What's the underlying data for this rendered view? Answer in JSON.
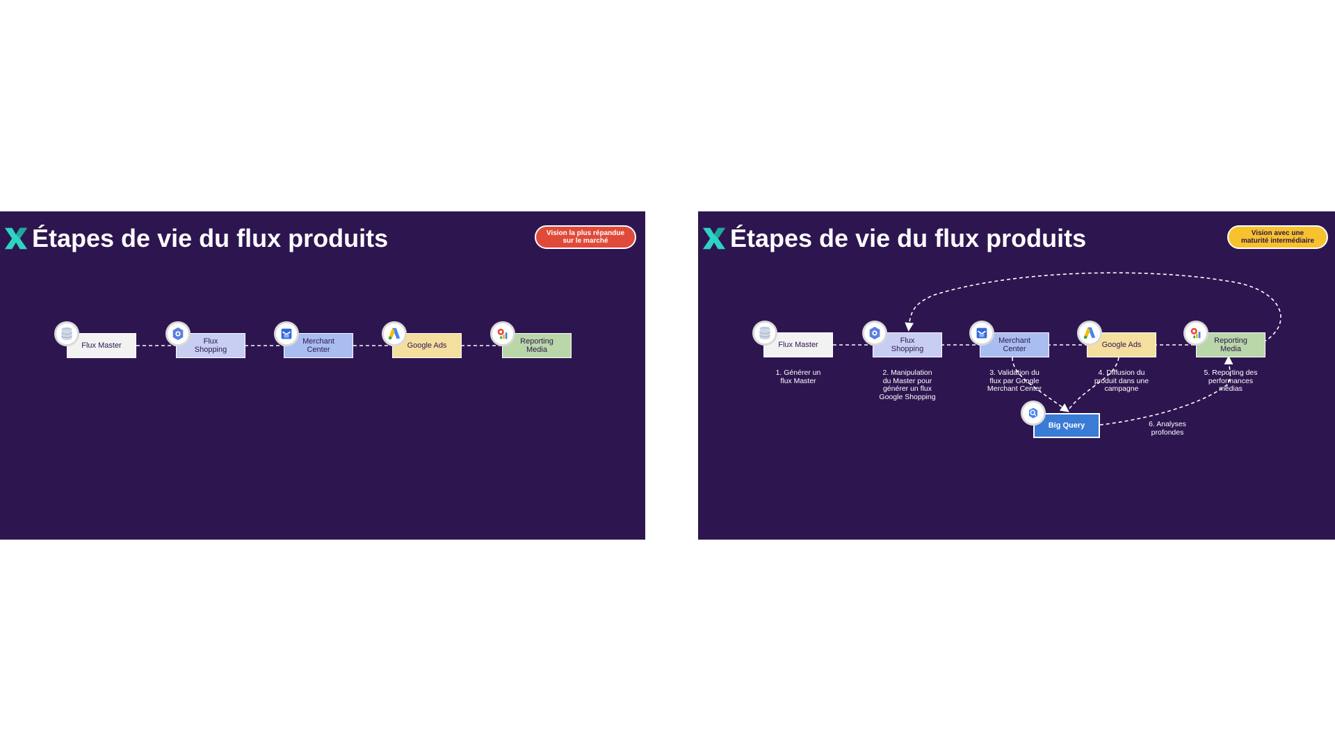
{
  "slides": [
    {
      "title": "Étapes de vie du flux produits",
      "badge": "Vision la plus répandue sur le marché",
      "badge_color": "#e04a3a",
      "nodes": [
        {
          "label": "Flux Master",
          "color": "#f2f2f2",
          "icon": "database-icon"
        },
        {
          "label": "Flux Shopping",
          "color": "#c7cef2",
          "icon": "google-shopping-icon"
        },
        {
          "label": "Merchant Center",
          "color": "#a9bdf0",
          "icon": "merchant-center-icon"
        },
        {
          "label": "Google Ads",
          "color": "#f5df9e",
          "icon": "google-ads-icon"
        },
        {
          "label": "Reporting Media",
          "color": "#b9d7a8",
          "icon": "looker-studio-icon"
        }
      ]
    },
    {
      "title": "Étapes de vie du flux produits",
      "badge": "Vision avec une maturité intermédiaire",
      "badge_color": "#f7c22e",
      "nodes": [
        {
          "label": "Flux Master",
          "color": "#f2f2f2",
          "icon": "database-icon",
          "step": "1. Générer un flux Master"
        },
        {
          "label": "Flux Shopping",
          "color": "#c7cef2",
          "icon": "google-shopping-icon",
          "step": "2. Manipulation du Master pour générer un flux Google Shopping"
        },
        {
          "label": "Merchant Center",
          "color": "#a9bdf0",
          "icon": "merchant-center-icon",
          "step": "3. Validation du flux par Google Merchant Center"
        },
        {
          "label": "Google Ads",
          "color": "#f5df9e",
          "icon": "google-ads-icon",
          "step": "4. Diffusion du produit dans une campagne"
        },
        {
          "label": "Reporting Media",
          "color": "#b9d7a8",
          "icon": "looker-studio-icon",
          "step": "5. Reporting des performances médias"
        }
      ],
      "bigquery": {
        "label": "Big Query",
        "color": "#3a7bd5",
        "icon": "bigquery-icon",
        "step": "6. Analyses profondes"
      }
    }
  ],
  "colors": {
    "background": "#2d1650",
    "logo": "#2ed3c4"
  }
}
